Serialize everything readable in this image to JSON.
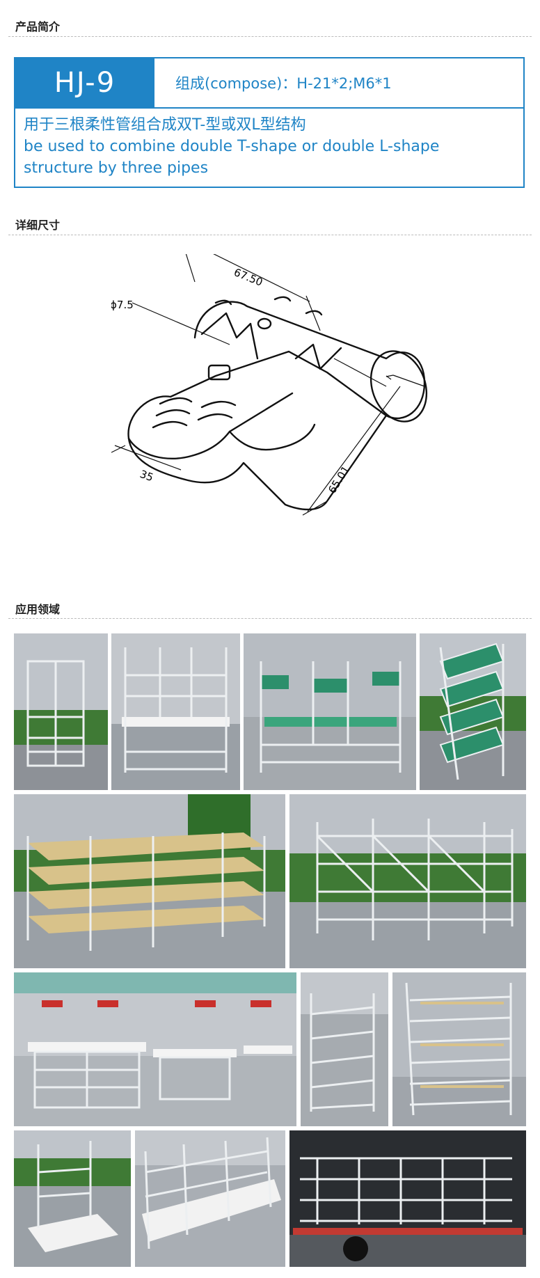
{
  "sections": {
    "intro_title": "产品简介",
    "dimensions_title": "详细尺寸",
    "application_title": "应用领域"
  },
  "spec": {
    "model": "HJ-9",
    "compose": "组成(compose)：H-21*2;M6*1",
    "desc_cn": "用于三根柔性管组合成双T-型或双L型结构",
    "desc_en_1": "be used to combine double T-shape or double L-shape",
    "desc_en_2": "structure by three pipes"
  },
  "drawing": {
    "dim_length": "67.50",
    "dim_hole": "ϕ7.5",
    "dim_width": "65.01",
    "dim_pipe": "35"
  },
  "colors": {
    "accent": "#1f84c6",
    "pipe": "#e6e8ea",
    "floor": "#8d9197",
    "wall": "#b9bec4",
    "grass": "#3f7a35",
    "panel_green": "#2c8f6b",
    "wood": "#d8c28a"
  },
  "photos": [
    {
      "name": "photo-rack-1"
    },
    {
      "name": "photo-workbench-1"
    },
    {
      "name": "photo-green-stations"
    },
    {
      "name": "photo-angled-rack"
    },
    {
      "name": "photo-flow-rack-1"
    },
    {
      "name": "photo-flow-rack-2"
    },
    {
      "name": "photo-workshop-tables"
    },
    {
      "name": "photo-cart-rack"
    },
    {
      "name": "photo-tall-rack"
    },
    {
      "name": "photo-table-cart"
    },
    {
      "name": "photo-multi-rack"
    },
    {
      "name": "photo-truck-load"
    }
  ]
}
